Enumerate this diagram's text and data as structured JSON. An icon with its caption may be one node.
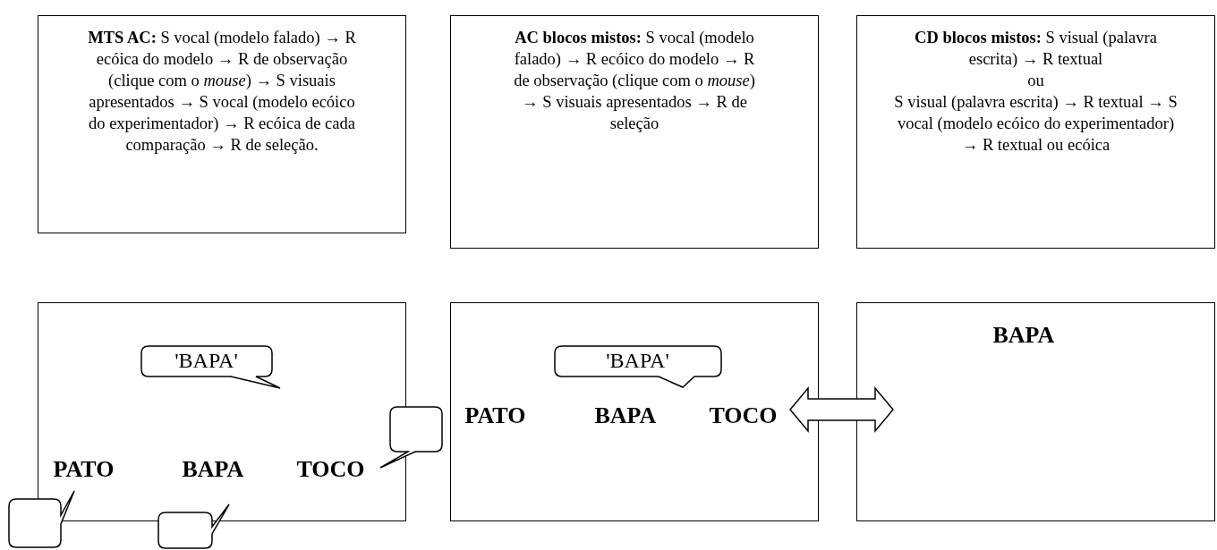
{
  "diagram": {
    "nodes": [
      {
        "text": [
          "**MTS AC:** S vocal (modelo falado) → R ecóica do modelo → R de observação (clique com o *mouse*) → S visuais apresentados → S vocal (modelo ecóico do experimentador) → R ecóica de cada comparação → R de seleção."
        ]
      },
      {
        "text": [
          "**AC blocos mistos:** S vocal (modelo falado) → R ecóico do modelo → R de observação (clique com o *mouse*) → S visuais apresentados → R de seleção"
        ]
      },
      {
        "text": [
          "**CD blocos mistos:** S visual (palavra escrita) → R textual",
          "ou",
          "S visual (palavra escrita) → R textual → S vocal (modelo ecóico do experimentador) → R textual ou ecóica"
        ]
      },
      {
        "text": [],
        "shape": "box"
      },
      {
        "text": [
          "'BAPA'"
        ],
        "in": 3
      },
      {
        "text": [
          "PATO"
        ],
        "in": 3
      },
      {
        "text": [
          "BAPA"
        ],
        "in": 3
      },
      {
        "text": [
          "TOCO"
        ],
        "in": 3
      },
      {
        "text": [],
        "shape": "bubble"
      },
      {
        "text": [],
        "shape": "bubble"
      },
      {
        "text": [],
        "shape": "bubble"
      },
      {
        "text": [],
        "shape": "box"
      },
      {
        "text": [
          "'BAPA'"
        ],
        "in": 11
      },
      {
        "text": [
          "PATO"
        ],
        "in": 11
      },
      {
        "text": [
          "BAPA"
        ],
        "in": 11
      },
      {
        "text": [
          "TOCO"
        ],
        "in": 11
      },
      {
        "text": [],
        "shape": "box"
      },
      {
        "text": [
          "BAPA"
        ],
        "in": 16
      }
    ],
    "edges": [
      {
        "from": 11,
        "to": 16,
        "arrow": "both",
        "style": "thick"
      }
    ]
  }
}
